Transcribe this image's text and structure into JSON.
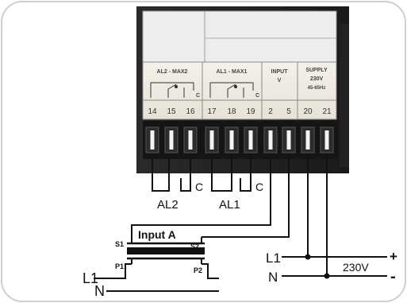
{
  "labels": {
    "al2_header": "AL2 - MAX2",
    "al1_header": "AL1 - MAX1",
    "input_header": "INPUT",
    "input_unit": "V",
    "supply_header": "SUPPLY",
    "supply_voltage": "230V",
    "supply_freq": "45-65Hz",
    "relay_c_al2": "C",
    "relay_c_al1": "C",
    "wire_c_al2": "C",
    "wire_c_al1": "C",
    "al2": "AL2",
    "al1": "AL1",
    "input_a": "Input A",
    "s1": "S1",
    "s2": "S2",
    "p1": "P1",
    "p2": "P2",
    "l1_left": "L1",
    "n_left": "N",
    "l1_right": "L1",
    "n_right": "N",
    "v230": "230V",
    "plus": "+",
    "minus": "-"
  },
  "terminals": [
    "14",
    "15",
    "16",
    "17",
    "18",
    "19",
    "2",
    "5",
    "20",
    "21"
  ]
}
